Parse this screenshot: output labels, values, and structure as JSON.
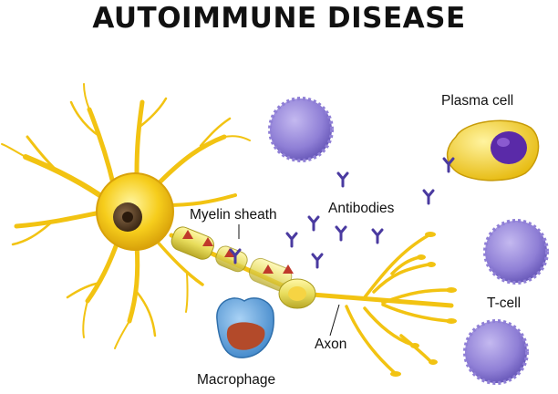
{
  "title": "AUTOIMMUNE DISEASE",
  "labels": {
    "myelin_sheath": "Myelin sheath",
    "antibodies": "Antibodies",
    "plasma_cell": "Plasma cell",
    "t_cell": "T-cell",
    "axon": "Axon",
    "macrophage": "Macrophage"
  },
  "colors": {
    "neuron": "#f4c40f",
    "neuron_light": "#fff27a",
    "myelin": "#e8dd5c",
    "nucleus": "#6b4a2a",
    "immune_cell": "#8f7fd6",
    "antibody": "#4a3aa0",
    "macrophage": "#3f86c9",
    "macrophage_core": "#b34a2a",
    "attack_marker": "#c0392b"
  }
}
